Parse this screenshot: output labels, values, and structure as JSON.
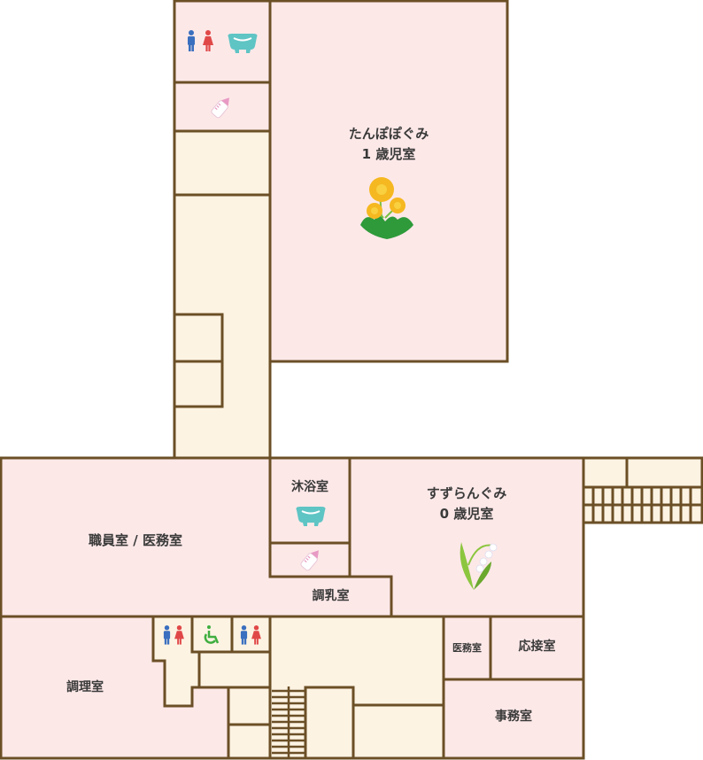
{
  "colors": {
    "wall": "#6b4f26",
    "room_pink": "#fde8e8",
    "corridor_cream": "#fdf3e3",
    "background": "#ffffff",
    "text": "#3a3a3a",
    "male_icon": "#3a6fbf",
    "female_icon": "#e04848",
    "bath_icon": "#5fc4c4",
    "bottle_icon": "#e89ac4",
    "wheelchair_icon": "#3fae3f",
    "dandelion_petal": "#f5b820",
    "leaf_green": "#2e9a3a"
  },
  "rooms": {
    "tanpopo": {
      "name": "たんぽぽぐみ",
      "sub": "1 歳児室"
    },
    "suzuran": {
      "name": "すずらんぐみ",
      "sub": "0 歳児室"
    },
    "staff": {
      "name": "職員室 / 医務室"
    },
    "bath": {
      "name": "沐浴室"
    },
    "milk": {
      "name": "調乳室"
    },
    "kitchen": {
      "name": "調理室"
    },
    "medical": {
      "name": "医務室"
    },
    "reception": {
      "name": "応接室"
    },
    "office": {
      "name": "事務室"
    }
  },
  "icons": {
    "restroom": "restroom-icon",
    "bath": "bathtub-icon",
    "bottle": "baby-bottle-icon",
    "wheelchair": "wheelchair-icon",
    "dandelion": "dandelion-icon",
    "lily": "lily-of-the-valley-icon"
  }
}
